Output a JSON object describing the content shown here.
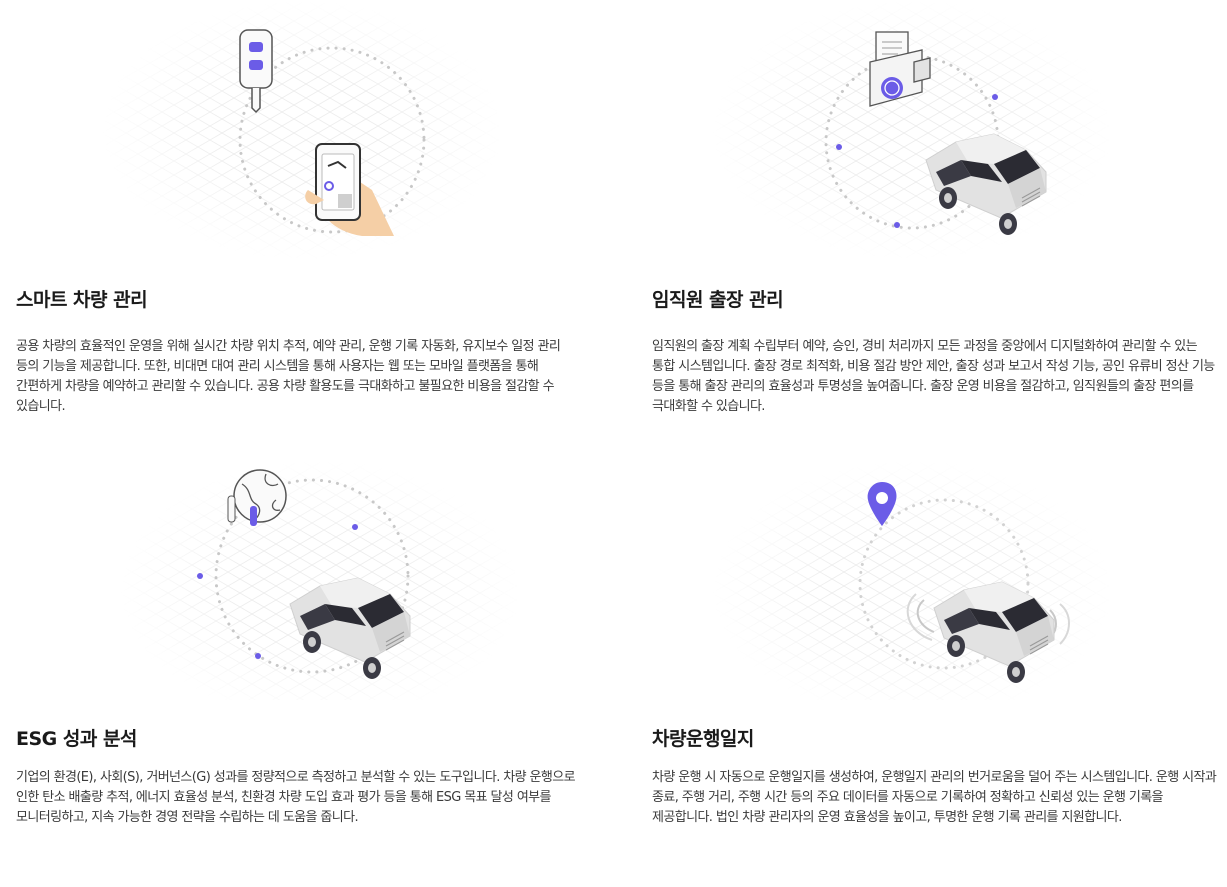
{
  "services": [
    {
      "title": "스마트 차량 관리",
      "description": "공용 차량의 효율적인 운영을 위해 실시간 차량 위치 추적, 예약 관리, 운행 기록 자동화, 유지보수 일정 관리 등의 기능을 제공합니다. 또한, 비대면 대여 관리 시스템을 통해 사용자는 웹 또는 모바일 플랫폼을 통해 간편하게 차량을 예약하고 관리할 수 있습니다. 공용 차량 활용도를 극대화하고 불필요한 비용을 절감할 수 있습니다.",
      "illustration_icon": "smartphone-key-icon"
    },
    {
      "title": "임직원 출장 관리",
      "description": "임직원의 출장 계획 수립부터 예약, 승인, 경비 처리까지 모든 과정을 중앙에서 디지털화하여 관리할 수 있는 통합 시스템입니다. 출장 경로 최적화, 비용 절감 방안 제안, 출장 성과 보고서 작성 기능, 공인 유류비 정산 기능 등을 통해 출장 관리의 효율성과 투명성을 높여줍니다. 출장 운영 비용을 절감하고, 임직원들의 출장 편의를 극대화할 수 있습니다.",
      "illustration_icon": "wallet-car-icon"
    },
    {
      "title": "ESG 성과 분석",
      "description": "기업의 환경(E), 사회(S), 거버넌스(G) 성과를 정량적으로 측정하고 분석할 수 있는 도구입니다. 차량 운행으로 인한 탄소 배출량 추적, 에너지 효율성 분석, 친환경 차량 도입 효과 평가 등을 통해 ESG 목표 달성 여부를 모니터링하고, 지속 가능한 경영 전략을 수립하는 데 도움을 줍니다.",
      "illustration_icon": "globe-car-icon"
    },
    {
      "title": "차량운행일지",
      "description": "차량 운행 시 자동으로 운행일지를 생성하여, 운행일지 관리의 번거로움을 덜어 주는 시스템입니다. 운행 시작과 종료, 주행 거리, 주행 시간 등의 주요 데이터를 자동으로 기록하여 정확하고 신뢰성 있는 운행 기록을 제공합니다. 법인 차량 관리자의 운영 효율성을 높이고, 투명한 운행 기록 관리를 지원합니다.",
      "illustration_icon": "location-pin-car-icon"
    }
  ],
  "colors": {
    "accent": "#6b5ce7",
    "car_body": "#e2e2e2",
    "window": "#2b2b33",
    "skin": "#f5cfa6",
    "text_title": "#1a1a1a",
    "text_body": "#3a3a3a"
  }
}
